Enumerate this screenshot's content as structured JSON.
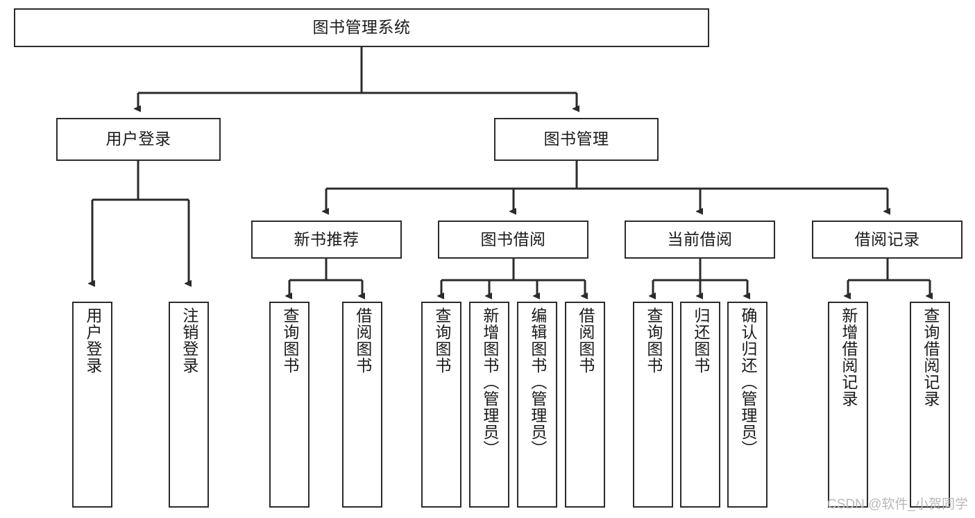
{
  "diagram": {
    "title": "图书管理系统",
    "type": "tree",
    "watermark": "CSDN @软件_小贺同学",
    "colors": {
      "box_border": "#2b2b2b",
      "box_fill": "#ffffff",
      "edge": "#2b2b2b",
      "text": "#1a1a1a",
      "watermark": "#b8b8b8",
      "background": "#ffffff"
    },
    "nodes": {
      "root": {
        "label": "图书管理系统"
      },
      "level2": [
        {
          "id": "user_login",
          "label": "用户登录"
        },
        {
          "id": "book_manage",
          "label": "图书管理"
        }
      ],
      "level3": [
        {
          "id": "new_book_rec",
          "label": "新书推荐"
        },
        {
          "id": "book_borrow",
          "label": "图书借阅"
        },
        {
          "id": "current_borrow",
          "label": "当前借阅"
        },
        {
          "id": "borrow_record",
          "label": "借阅记录"
        }
      ],
      "leaves": [
        {
          "id": "leaf_user_login",
          "label": "用户登录",
          "parent": "user_login"
        },
        {
          "id": "leaf_user_logout",
          "label": "注销登录",
          "parent": "user_login"
        },
        {
          "id": "leaf_query_book_1",
          "label": "查询图书",
          "parent": "new_book_rec"
        },
        {
          "id": "leaf_borrow_book_1",
          "label": "借阅图书",
          "parent": "new_book_rec"
        },
        {
          "id": "leaf_query_book_2",
          "label": "查询图书",
          "parent": "book_borrow"
        },
        {
          "id": "leaf_add_book",
          "label": "新增图书（管理员）",
          "parent": "book_borrow"
        },
        {
          "id": "leaf_edit_book",
          "label": "编辑图书（管理员）",
          "parent": "book_borrow"
        },
        {
          "id": "leaf_borrow_book_2",
          "label": "借阅图书",
          "parent": "book_borrow"
        },
        {
          "id": "leaf_query_book_3",
          "label": "查询图书",
          "parent": "current_borrow"
        },
        {
          "id": "leaf_return_book",
          "label": "归还图书",
          "parent": "current_borrow"
        },
        {
          "id": "leaf_confirm_return",
          "label": "确认归还（管理员）",
          "parent": "current_borrow"
        },
        {
          "id": "leaf_add_record",
          "label": "新增借阅记录",
          "parent": "borrow_record"
        },
        {
          "id": "leaf_query_record",
          "label": "查询借阅记录",
          "parent": "borrow_record"
        }
      ]
    }
  }
}
